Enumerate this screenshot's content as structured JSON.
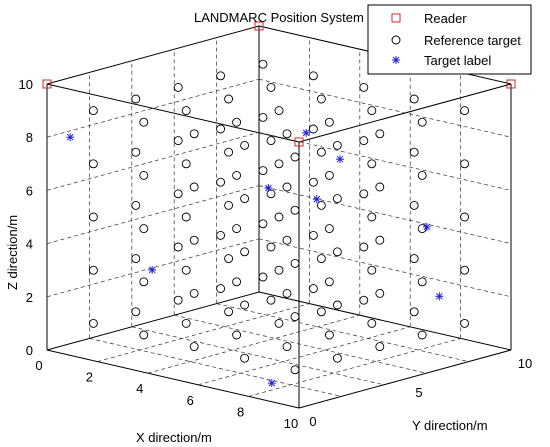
{
  "chart_data": {
    "type": "scatter3d",
    "title": "LANDMARC Position System",
    "xlabel": "X direction/m",
    "ylabel": "Y direction/m",
    "zlabel": "Z direction/m",
    "xlim": [
      0,
      10
    ],
    "ylim": [
      0,
      10
    ],
    "zlim": [
      0,
      10
    ],
    "xticks": [
      "0",
      "2",
      "4",
      "6",
      "8",
      "10"
    ],
    "yticks": [
      "0",
      "5",
      "10"
    ],
    "zticks": [
      "0",
      "2",
      "4",
      "6",
      "8",
      "10"
    ],
    "grid": true,
    "legend_position": "top-right",
    "colors": {
      "reader": "#d62728",
      "reference": "#000000",
      "target": "#1f1fd6"
    },
    "series": [
      {
        "name": "Reader",
        "marker": "square",
        "points": [
          [
            0,
            0,
            10
          ],
          [
            10,
            0,
            10
          ],
          [
            0,
            10,
            10
          ],
          [
            10,
            10,
            10
          ]
        ]
      },
      {
        "name": "Reference target",
        "marker": "circle",
        "grid_values": [
          1,
          3,
          5,
          7,
          9
        ],
        "points_note_free": true
      },
      {
        "name": "Target label",
        "marker": "star",
        "points": [
          [
            0.5,
            0.5,
            8.0
          ],
          [
            3.5,
            0.8,
            3.6
          ],
          [
            8.5,
            0.5,
            0.5
          ],
          [
            5.0,
            4.5,
            6.2
          ],
          [
            6.5,
            5.0,
            6.0
          ],
          [
            7.0,
            5.5,
            7.5
          ],
          [
            6.5,
            4.5,
            8.6
          ],
          [
            7.5,
            9.0,
            4.3
          ],
          [
            8.0,
            9.0,
            1.8
          ]
        ]
      }
    ]
  }
}
